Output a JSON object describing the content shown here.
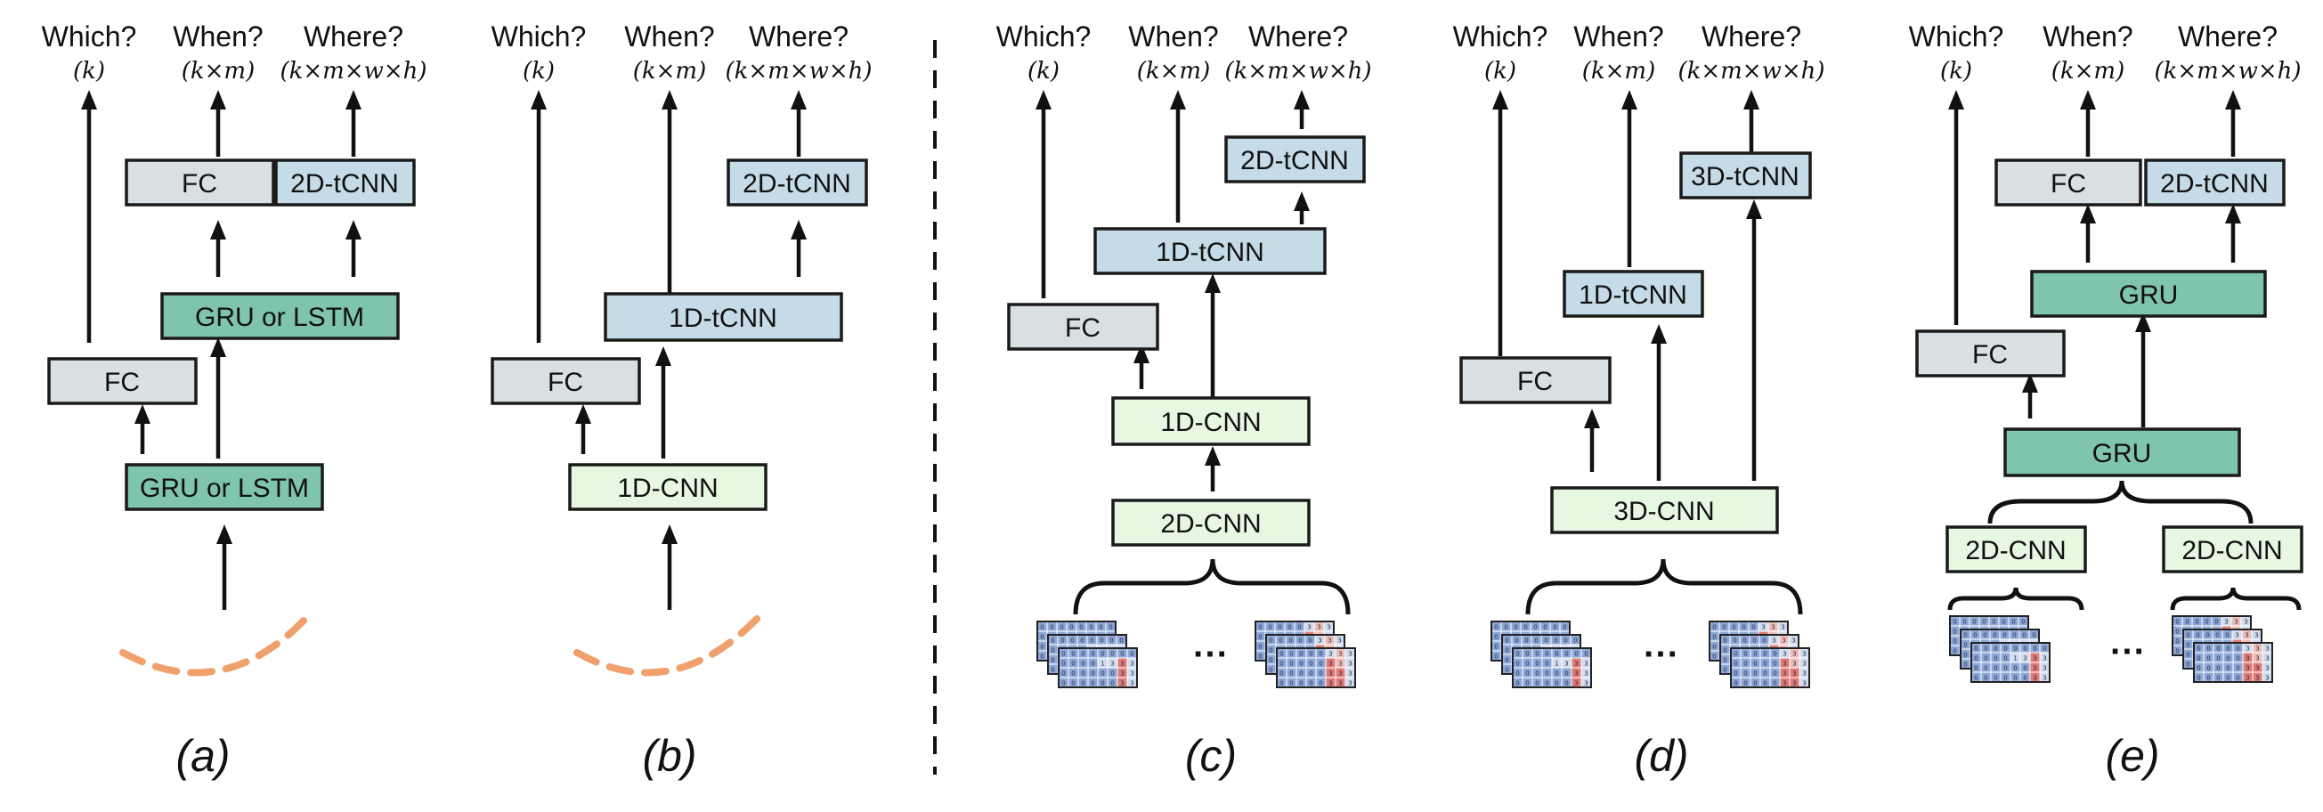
{
  "colors": {
    "fc": "#d8e0e3",
    "gru": "#7fc4ad",
    "tcnn": "#c5dce8",
    "cnn": "#e6f7e2",
    "arc": "#f0a06c",
    "grid_blue": "#8ea7d6",
    "grid_light": "#d2dcee",
    "grid_red": "#e07a74",
    "grid_pink": "#f0bcb8"
  },
  "headers": {
    "which": "Which?",
    "when": "When?",
    "where": "Where?"
  },
  "dims": {
    "which": "(k)",
    "when": "(k×m)",
    "where": "(k×m×w×h)"
  },
  "captions": {
    "a": "(a)",
    "b": "(b)",
    "c": "(c)",
    "d": "(d)",
    "e": "(e)"
  },
  "labels": {
    "fc": "FC",
    "gru_or_lstm": "GRU or LSTM",
    "gru": "GRU",
    "tcnn_2d": "2D-tCNN",
    "tcnn_1d": "1D-tCNN",
    "tcnn_3d": "3D-tCNN",
    "cnn_1d": "1D-CNN",
    "cnn_2d": "2D-CNN",
    "cnn_3d": "3D-CNN"
  },
  "ellipsis": "···",
  "grid_digits": {
    "zero": "0",
    "one": "1",
    "three": "3"
  }
}
